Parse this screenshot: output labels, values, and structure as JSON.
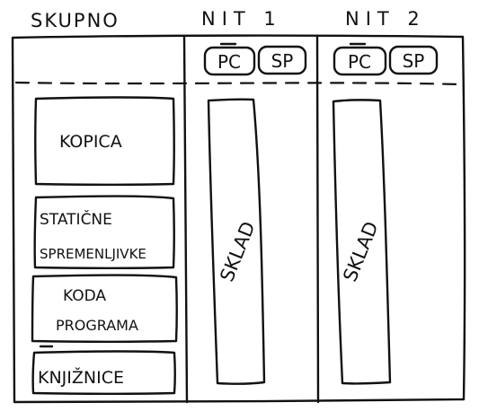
{
  "columns": {
    "shared": {
      "title": "SKUPNO"
    },
    "thread1": {
      "title": "NIT 1",
      "registers": [
        "PC",
        "SP"
      ],
      "stack_label": "SKLAD"
    },
    "thread2": {
      "title": "NIT 2",
      "registers": [
        "PC",
        "SP"
      ],
      "stack_label": "SKLAD"
    }
  },
  "shared_blocks": {
    "heap": [
      "KOPICA"
    ],
    "static_vars": [
      "STATIČNE",
      "SPREMENLJIVKE"
    ],
    "code": [
      "KODA",
      "PROGRAMA"
    ],
    "libraries": [
      "KNJIŽNICE"
    ]
  }
}
